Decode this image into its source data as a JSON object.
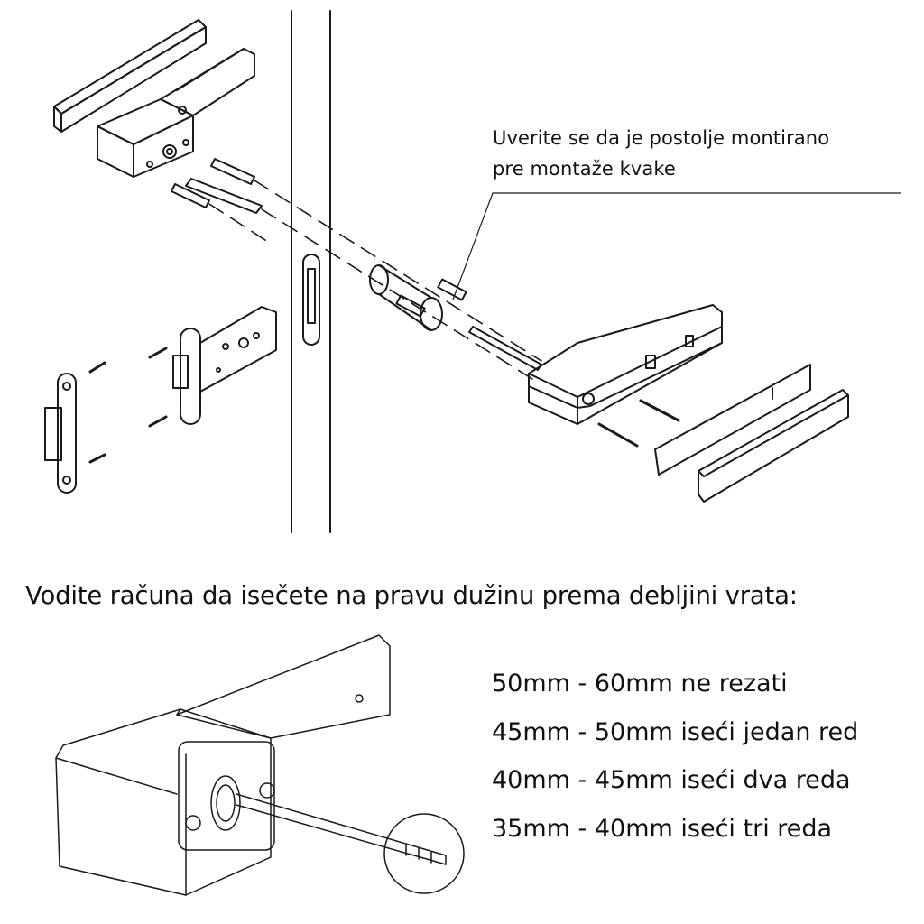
{
  "callout": {
    "line1": "Uverite se da je postolje montirano",
    "line2": "pre montaže kvake"
  },
  "heading": "Vodite računa da isečete na pravu dužinu prema debljini vrata:",
  "cut_rules": [
    {
      "label": "50mm - 60mm ne rezati"
    },
    {
      "label": "45mm - 50mm iseći jedan red"
    },
    {
      "label": "40mm - 45mm iseći dva reda"
    },
    {
      "label": "35mm - 40mm iseći tri reda"
    }
  ],
  "colors": {
    "line": "#1a1a1a",
    "background": "#ffffff",
    "text": "#111111"
  }
}
